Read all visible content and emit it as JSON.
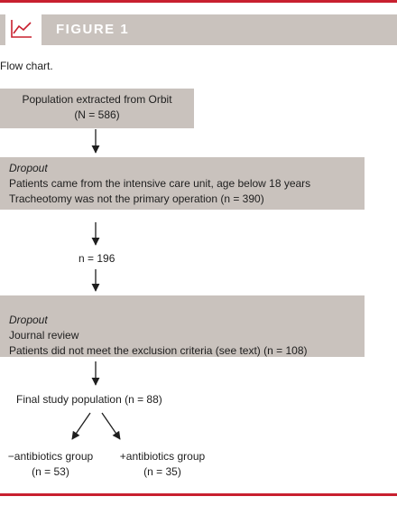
{
  "header": {
    "label": "FIGURE 1",
    "accent_color": "#c8202f",
    "band_color": "#c9c2bd",
    "icon": "line-chart-icon"
  },
  "caption": "Flow chart.",
  "flow": {
    "box1": {
      "line1": "Population extracted from Orbit",
      "line2": "(N = 586)"
    },
    "box2": {
      "heading": "Dropout",
      "line1": "Patients came from the intensive care unit, age below 18 years",
      "line2": "Tracheotomy was not the primary operation (n = 390)"
    },
    "mid_count": "n = 196",
    "box3": {
      "heading": "Dropout",
      "line1": "Journal review",
      "line2": "Patients did not meet the exclusion criteria (see text) (n = 108)"
    },
    "final": "Final study population (n = 88)",
    "group_neg": {
      "label": "−antibiotics group",
      "count": "(n = 53)"
    },
    "group_pos": {
      "label": "+antibiotics group",
      "count": "(n = 35)"
    }
  }
}
